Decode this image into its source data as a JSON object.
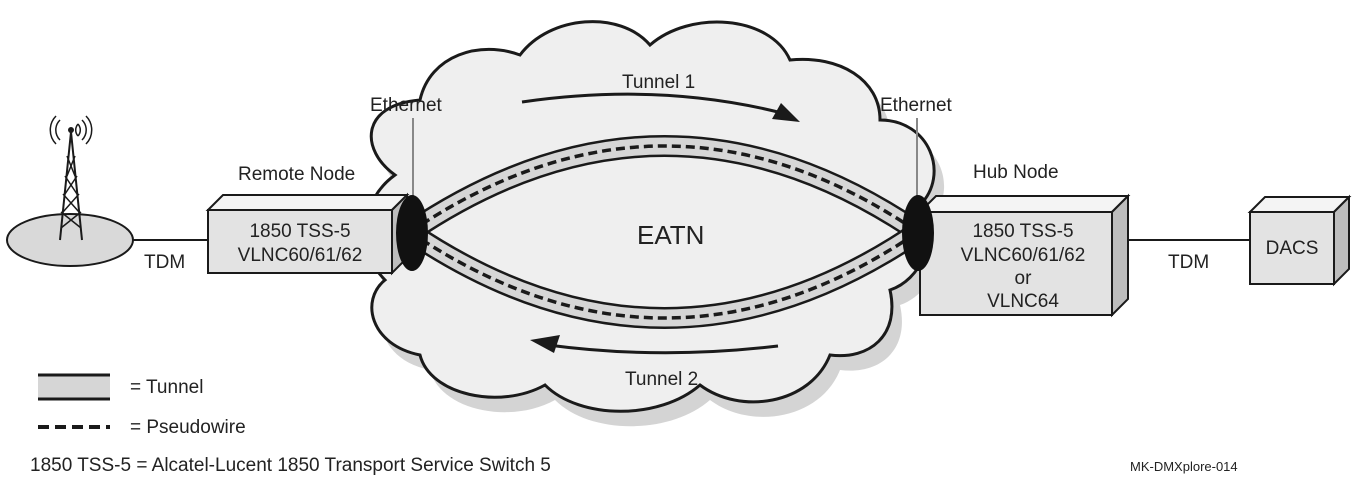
{
  "cloud_label": "EATN",
  "tunnel_top": "Tunnel 1",
  "tunnel_bottom": "Tunnel 2",
  "left_ethernet": "Ethernet",
  "right_ethernet": "Ethernet",
  "remote_node": {
    "title": "Remote Node",
    "line1": "1850 TSS-5",
    "line2": "VLNC60/61/62"
  },
  "hub_node": {
    "title": "Hub Node",
    "line1": "1850 TSS-5",
    "line2": "VLNC60/61/62",
    "line3": "or",
    "line4": "VLNC64"
  },
  "tdm_left": "TDM",
  "tdm_right": "TDM",
  "dacs": "DACS",
  "legend": {
    "tunnel": "= Tunnel",
    "pseudowire": "= Pseudowire"
  },
  "footnote": "1850 TSS-5 = Alcatel-Lucent 1850 Transport Service Switch 5",
  "figure_id": "MK-DMXplore-014",
  "icons": {
    "antenna": "radio-tower-icon"
  }
}
